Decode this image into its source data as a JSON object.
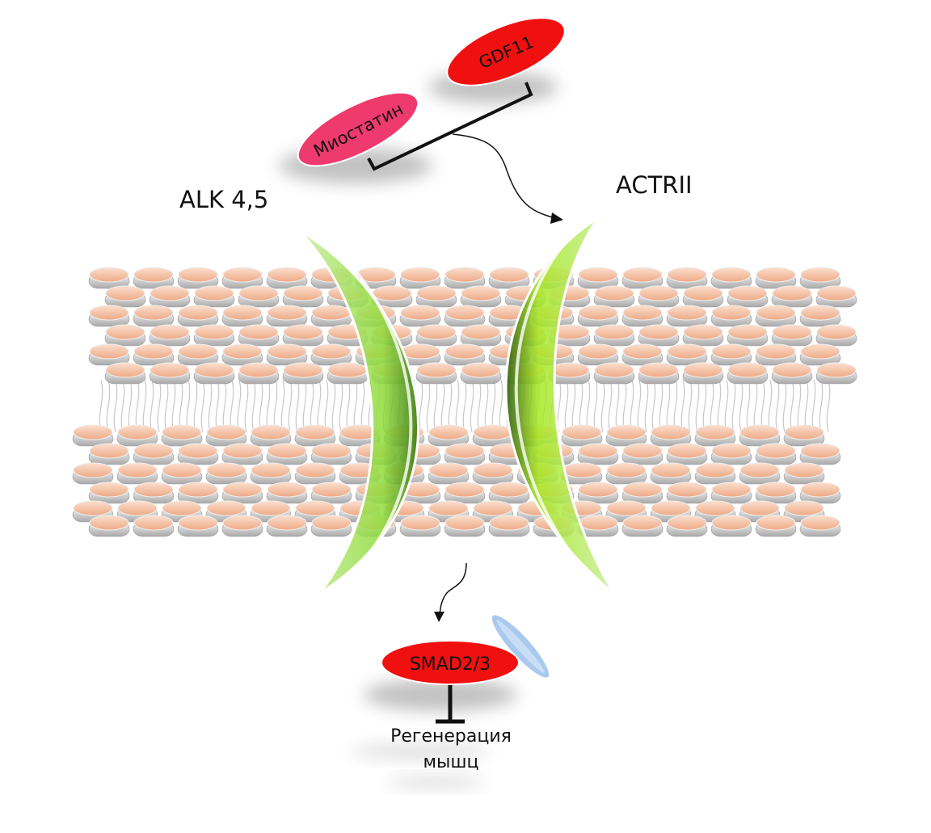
{
  "labels": {
    "receptor_left": "ALK 4,5",
    "receptor_right": "ACTRII",
    "ligand_1": "Миостатин",
    "ligand_2": "GDF11",
    "smad": "SMAD2/3",
    "outcome_line1": "Регенерация",
    "outcome_line2": "мышц"
  },
  "colors": {
    "ligand_1": "#ee3a6c",
    "ligand_2": "#f01010",
    "smad": "#f01010",
    "receptor": "#9be04a",
    "cofactor": "#a9c9ee",
    "lipid_head": "#f2b898",
    "lipid_body": "#d9d9d9"
  }
}
